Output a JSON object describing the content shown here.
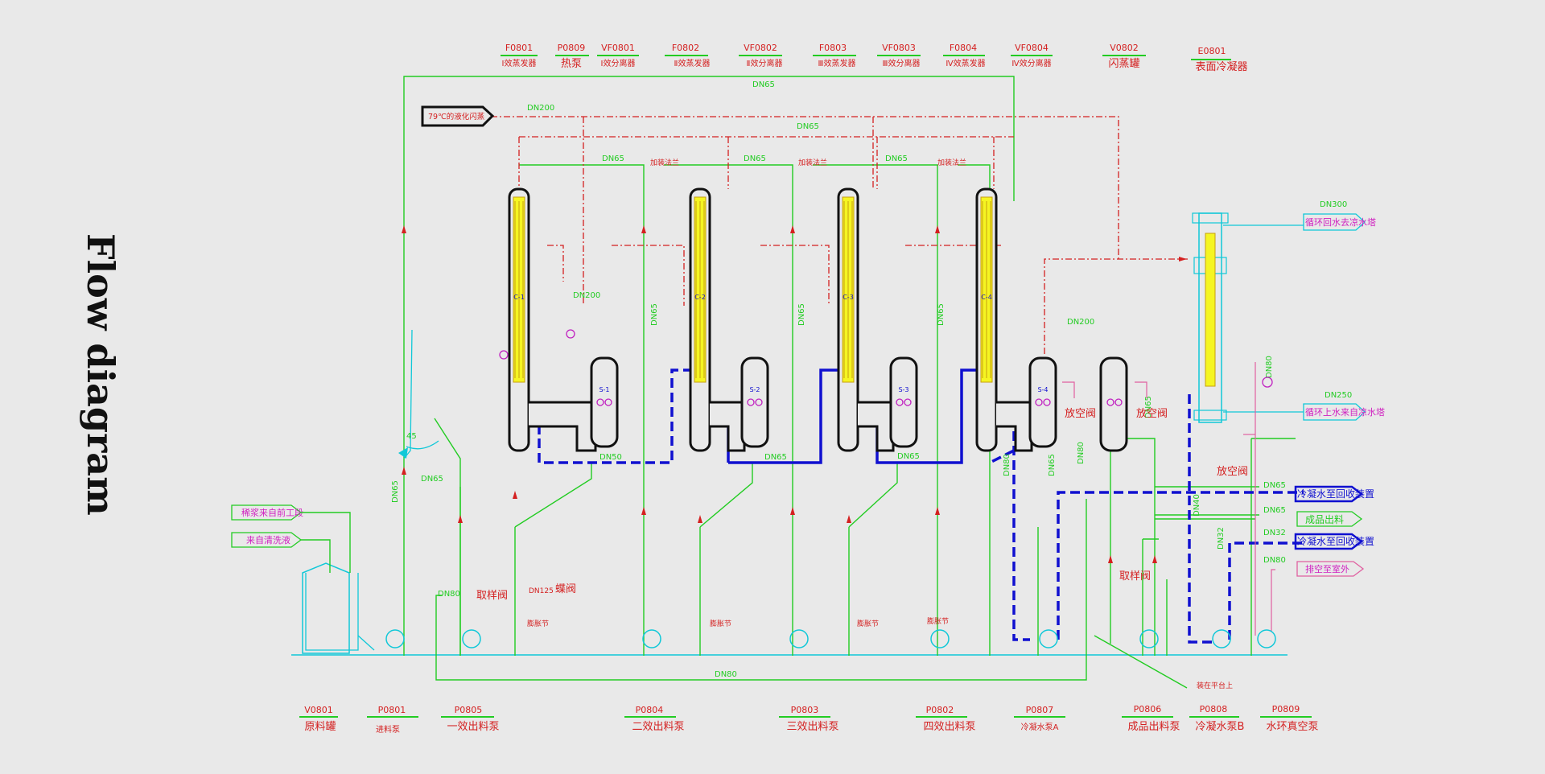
{
  "title": "Flow diagram",
  "colors": {
    "background": "#e9e9e9",
    "process_line": "#22cc22",
    "steam_line": "#d42020",
    "cooling_water": "#1010d0",
    "equipment": "#111111",
    "heater_fill": "#f5f522",
    "service_line": "#10c8d8",
    "label_red": "#d42020",
    "label_magenta": "#d020c0"
  },
  "top_tags": [
    {
      "id": "F0801",
      "desc": "Ⅰ效蒸发器"
    },
    {
      "id": "P0809",
      "desc": "热泵"
    },
    {
      "id": "VF0801",
      "desc": "Ⅰ效分离器"
    },
    {
      "id": "F0802",
      "desc": "Ⅱ效蒸发器"
    },
    {
      "id": "VF0802",
      "desc": "Ⅱ效分离器"
    },
    {
      "id": "F0803",
      "desc": "Ⅲ效蒸发器"
    },
    {
      "id": "VF0803",
      "desc": "Ⅲ效分离器"
    },
    {
      "id": "F0804",
      "desc": "Ⅳ效蒸发器"
    },
    {
      "id": "VF0804",
      "desc": "Ⅳ效分离器"
    },
    {
      "id": "V0802",
      "desc": "闪蒸罐"
    },
    {
      "id": "E0801",
      "desc": "表面冷凝器"
    }
  ],
  "bottom_tags": [
    {
      "id": "V0801",
      "desc": "原料罐"
    },
    {
      "id": "P0801",
      "desc": "进料泵"
    },
    {
      "id": "P0805",
      "desc": "一效出料泵"
    },
    {
      "id": "P0804",
      "desc": "二效出料泵"
    },
    {
      "id": "P0803",
      "desc": "三效出料泵"
    },
    {
      "id": "P0802",
      "desc": "四效出料泵"
    },
    {
      "id": "P0807",
      "desc": "冷凝水泵A"
    },
    {
      "id": "P0806",
      "desc": "成品出料泵"
    },
    {
      "id": "P0808",
      "desc": "冷凝水泵B"
    },
    {
      "id": "P0809",
      "desc": "水环真空泵"
    }
  ],
  "inlets": {
    "slurry": "稀浆来自前工段",
    "wash": "来自清洗液",
    "steam": "79℃的液化闪蒸"
  },
  "outlets": {
    "cw_return": "循环回水去凉水塔",
    "cw_supply": "循环上水来自凉水塔",
    "condensate1": "冷凝水至回收装置",
    "product": "成品出料",
    "condensate2": "冷凝水至回收装置",
    "vent": "排空至室外"
  },
  "pipe_labels": {
    "dn65": "DN65",
    "dn200": "DN200",
    "dn80": "DN80",
    "dn50": "DN50",
    "dn300": "DN300",
    "dn250": "DN250",
    "dn32": "DN32",
    "dn125": "DN125",
    "dn40": "DN40"
  },
  "valve_labels": {
    "vent": "放空阀",
    "sample": "取样阀",
    "butterfly": "蝶阀",
    "expansion": "膨胀节",
    "strainer": "加装法兰",
    "platform": "装在平台上",
    "angle": "45"
  },
  "evaporators": [
    {
      "tag": "C-1",
      "sep": "S-1"
    },
    {
      "tag": "C-2",
      "sep": "S-2"
    },
    {
      "tag": "C-3",
      "sep": "S-3"
    },
    {
      "tag": "C-4",
      "sep": "S-4"
    }
  ]
}
